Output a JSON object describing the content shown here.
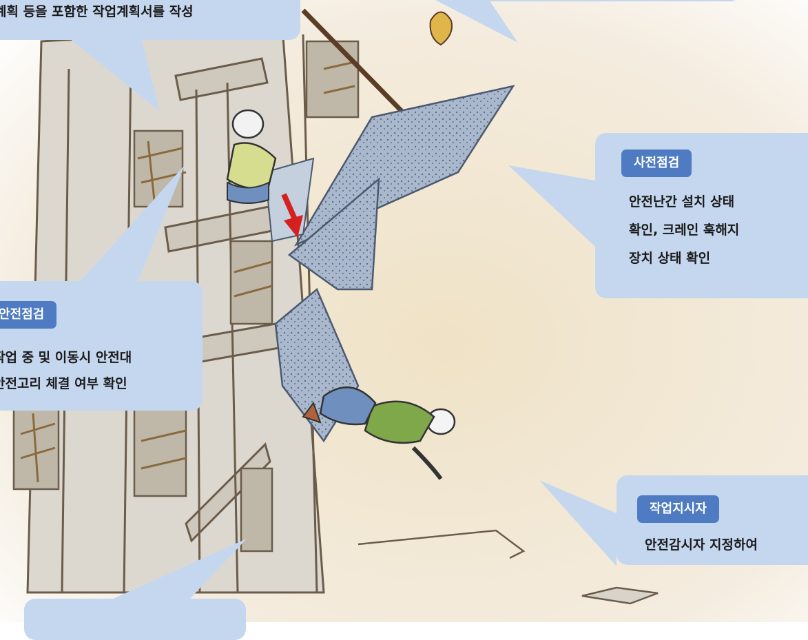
{
  "colors": {
    "bubble": "#c5d7ef",
    "tag": "#4e7bc2",
    "tag_text": "#ffffff",
    "text": "#1a1a1a",
    "wall": "#ece2cf",
    "building": "#d9d6cf",
    "safety_net": "#a9b8cc",
    "arrow": "#d61f1f",
    "worker_shirt_green": "#7fa84a",
    "worker_pants_blue": "#6f8fbf"
  },
  "callouts": {
    "top_left": {
      "text": "계획 등을 포함한 작업계획서를 작성"
    },
    "left": {
      "tag": "안전점검",
      "lines": [
        "작업 중 및 이동시 안전대",
        "안전고리 체결 여부 확인"
      ]
    },
    "right": {
      "tag": "사전점검",
      "lines": [
        "안전난간 설치 상태",
        "확인, 크레인 훅해지",
        "장치 상태 확인"
      ]
    },
    "bottom_right": {
      "tag": "작업지시자",
      "lines": [
        "안전감시자 지정하여"
      ]
    }
  },
  "illustration": {
    "subject": "worker falling from building with detached safety net",
    "icons": [
      "building-facade",
      "safety-net",
      "falling-worker",
      "helmet",
      "red-arrow-down",
      "crane-hook"
    ]
  }
}
